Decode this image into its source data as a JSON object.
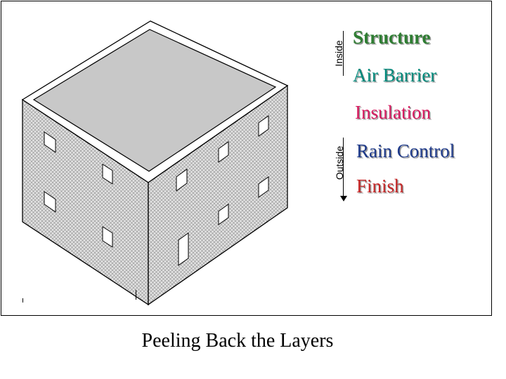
{
  "axis": {
    "inside_label": "Inside",
    "outside_label": "Outside"
  },
  "layers": [
    {
      "label": "Structure",
      "color": "#2e7d32"
    },
    {
      "label": "Air Barrier",
      "color": "#00897b"
    },
    {
      "label": "Insulation",
      "color": "#d81b60"
    },
    {
      "label": "Rain Control",
      "color": "#1e3a8a"
    },
    {
      "label": "Finish",
      "color": "#c62828"
    }
  ],
  "caption": "Peeling Back the Layers",
  "colors": {
    "roof": "#c8c8c8",
    "wall": "#d9d9d9",
    "outline": "#000000",
    "window": "#ffffff"
  }
}
